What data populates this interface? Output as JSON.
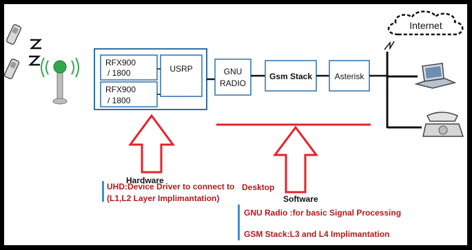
{
  "diagram": {
    "internet_label": "Internet",
    "rfx_top_line1": "RFX900",
    "rfx_top_line2": "/ 1800",
    "rfx_bottom_line1": "RFX900",
    "rfx_bottom_line2": "/ 1800",
    "usrp_label": "USRP",
    "gnu_radio_line1": "GNU",
    "gnu_radio_line2": "RADIO",
    "gsm_stack_label": "Gsm Stack",
    "asterisk_label": "Asterisk",
    "hardware_title": "Hardware",
    "hardware_line1": "UHD:Device Driver to connect to",
    "hardware_line2": "(L1,L2 Layer Implimantation)",
    "desktop_label": "Desktop",
    "software_title": "Software",
    "software_line1": "GNU Radio :for basic Signal Processing",
    "software_line2": "GSM Stack:L3 and L4 Implimantation"
  },
  "colors": {
    "box_border": "#2e6fa8",
    "red_arrow": "#e8212b",
    "red_text": "#b01a1a",
    "accent_bar": "#3b8fd6",
    "antenna_green": "#2fa84a"
  }
}
